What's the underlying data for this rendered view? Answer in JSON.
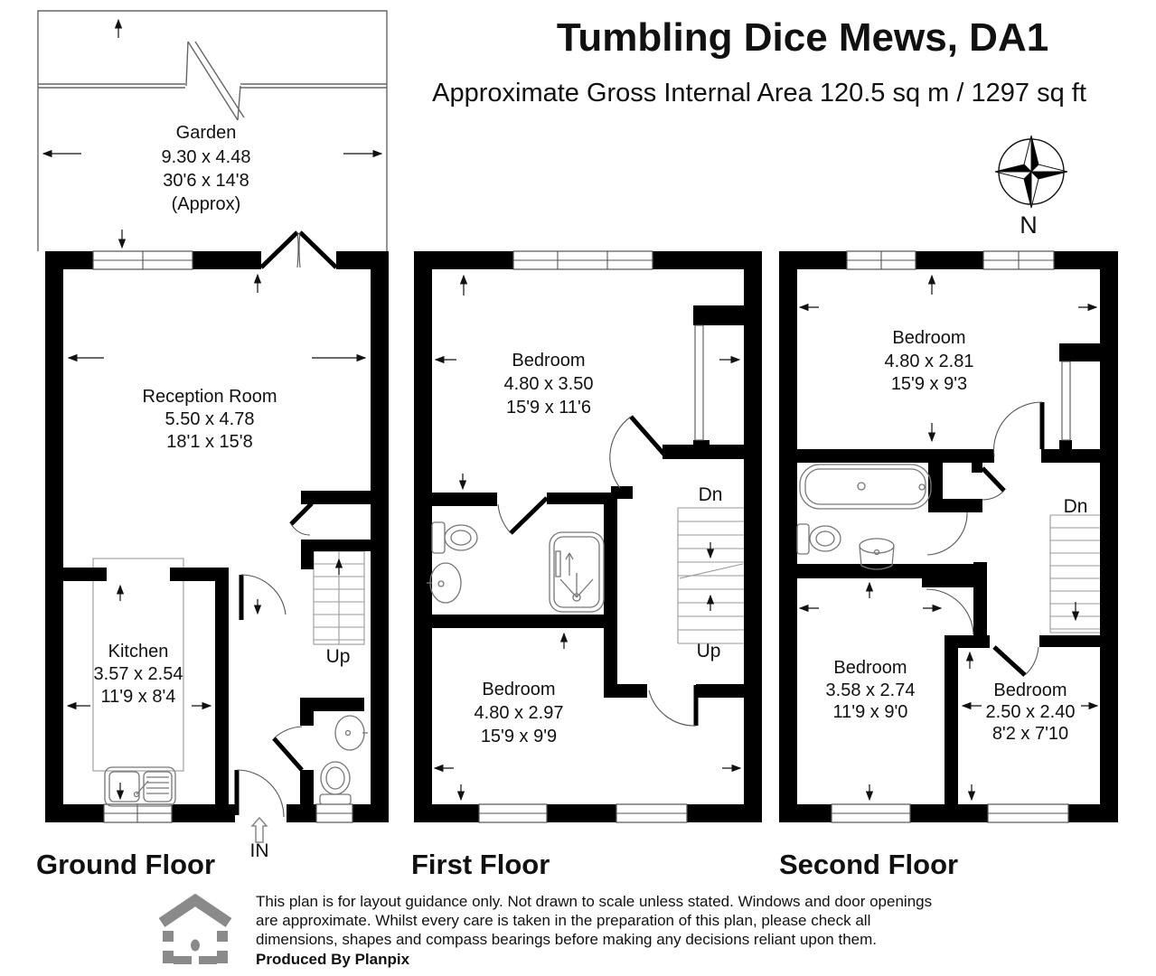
{
  "header": {
    "title": "Tumbling Dice Mews, DA1",
    "subtitle": "Approximate Gross Internal Area 120.5 sq m / 1297 sq ft"
  },
  "compass": {
    "north_label": "N"
  },
  "garden": {
    "name": "Garden",
    "metric": "9.30 x 4.48",
    "imperial": "30'6 x 14'8",
    "note": "(Approx)"
  },
  "labels": {
    "up": "Up",
    "down": "Dn",
    "entrance": "IN"
  },
  "floors": {
    "ground": {
      "label": "Ground Floor",
      "rooms": {
        "reception": {
          "name": "Reception Room",
          "metric": "5.50 x 4.78",
          "imperial": "18'1 x 15'8"
        },
        "kitchen": {
          "name": "Kitchen",
          "metric": "3.57 x 2.54",
          "imperial": "11'9 x 8'4"
        }
      }
    },
    "first": {
      "label": "First Floor",
      "rooms": {
        "bedroom_front": {
          "name": "Bedroom",
          "metric": "4.80 x 3.50",
          "imperial": "15'9 x 11'6"
        },
        "bedroom_back": {
          "name": "Bedroom",
          "metric": "4.80 x 2.97",
          "imperial": "15'9 x 9'9"
        }
      }
    },
    "second": {
      "label": "Second Floor",
      "rooms": {
        "bedroom_front": {
          "name": "Bedroom",
          "metric": "4.80 x 2.81",
          "imperial": "15'9 x 9'3"
        },
        "bedroom_back": {
          "name": "Bedroom",
          "metric": "3.58 x 2.74",
          "imperial": "11'9 x 9'0"
        },
        "bedroom_small": {
          "name": "Bedroom",
          "metric": "2.50 x 2.40",
          "imperial": "8'2 x 7'10"
        }
      }
    }
  },
  "footer": {
    "disclaimer_line1": "This plan is for layout guidance only. Not drawn to scale unless stated. Windows and door openings",
    "disclaimer_line2": "are approximate. Whilst every care is taken in the preparation of this plan, please check all",
    "disclaimer_line3": "dimensions, shapes and compass bearings before making any decisions reliant upon them.",
    "produced_by": "Produced By Planpix"
  }
}
